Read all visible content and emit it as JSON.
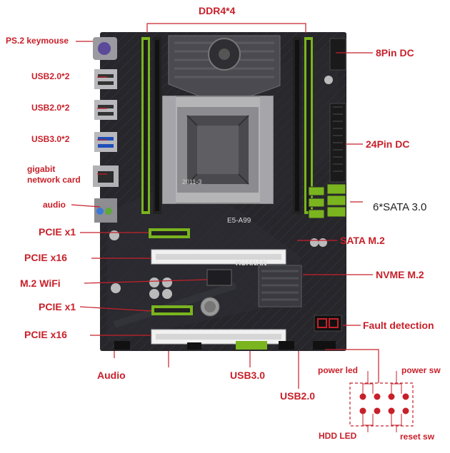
{
  "labels": {
    "ddr": "DDR4*4",
    "ps2": "PS.2 keymouse",
    "usb20a": "USB2.0*2",
    "usb20b": "USB2.0*2",
    "usb30": "USB3.0*2",
    "gigabit_1": "gigabit",
    "gigabit_2": "network card",
    "audio_port": "audio",
    "pcie_x1_top": "PCIE x1",
    "pcie_x16_top": "PCIE x16",
    "m2wifi": "M.2 WiFi",
    "pcie_x1_bot": "PCIE x1",
    "pcie_x16_bot": "PCIE x16",
    "audio_hdr": "Audio",
    "usb30_hdr": "USB3.0",
    "usb20_hdr": "USB2.0",
    "pin8": "8Pin DC",
    "pin24": "24Pin DC",
    "sata": "6*SATA 3.0",
    "sata_m2": "SATA M.2",
    "nvme": "NVME M.2",
    "fault": "Fault detection",
    "power_led": "power led",
    "power_sw": "power sw",
    "hdd_led": "HDD LED",
    "reset_sw": "reset sw"
  },
  "board": {
    "model": "E5-A99",
    "socket": "2011-3",
    "brand": "HUANAN"
  },
  "colors": {
    "accent": "#c8202a",
    "pcb": "#26262b",
    "slot_green": "#7ab41e"
  }
}
